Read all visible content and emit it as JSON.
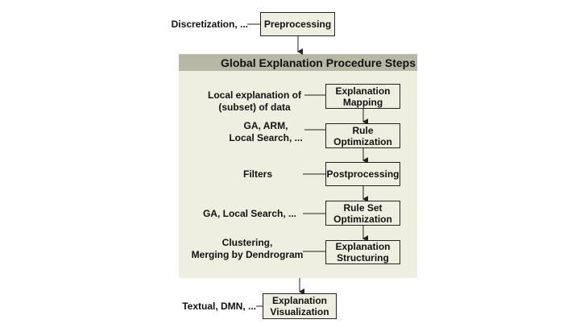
{
  "diagram": {
    "title": "Global Explanation Procedure Steps",
    "steps": {
      "preprocessing": "Preprocessing",
      "explanation_mapping": [
        "Explanation",
        "Mapping"
      ],
      "rule_optimization": [
        "Rule",
        "Optimization"
      ],
      "postprocessing": "Postprocessing",
      "rule_set_optimization": [
        "Rule Set",
        "Optimization"
      ],
      "explanation_structuring": [
        "Explanation",
        "Structuring"
      ],
      "explanation_visualization": [
        "Explanation",
        "Visualization"
      ]
    },
    "inputs": {
      "preprocessing": "Discretization, ...",
      "explanation_mapping": [
        "Local explanation of",
        "(subset) of data"
      ],
      "rule_optimization": [
        "GA, ARM,",
        "Local Search, ..."
      ],
      "postprocessing": "Filters",
      "rule_set_optimization": "GA, Local Search, ...",
      "explanation_structuring": [
        "Clustering,",
        "Merging by Dendrogram"
      ],
      "explanation_visualization": "Textual, DMN, ..."
    }
  },
  "colors": {
    "panel": "#efefe1",
    "header": "#b8b8a6",
    "box": "#efefe1",
    "line": "#222222"
  }
}
